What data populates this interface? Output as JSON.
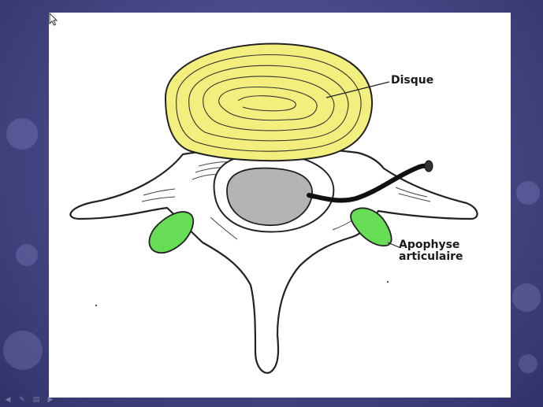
{
  "diagram": {
    "labels": {
      "disc": "Disque",
      "facet_line1": "Apophyse",
      "facet_line2": "articulaire"
    },
    "colors": {
      "disc": "#f2ef7e",
      "facet": "#66dd55",
      "canal": "#b4b4b4",
      "bone_outline": "#222222",
      "nerve": "#111111",
      "slide_background": "#4a4a8a"
    }
  },
  "slide_nav": {
    "icons": [
      "arrow-left-icon",
      "pen-icon",
      "menu-icon",
      "arrow-right-icon"
    ]
  }
}
